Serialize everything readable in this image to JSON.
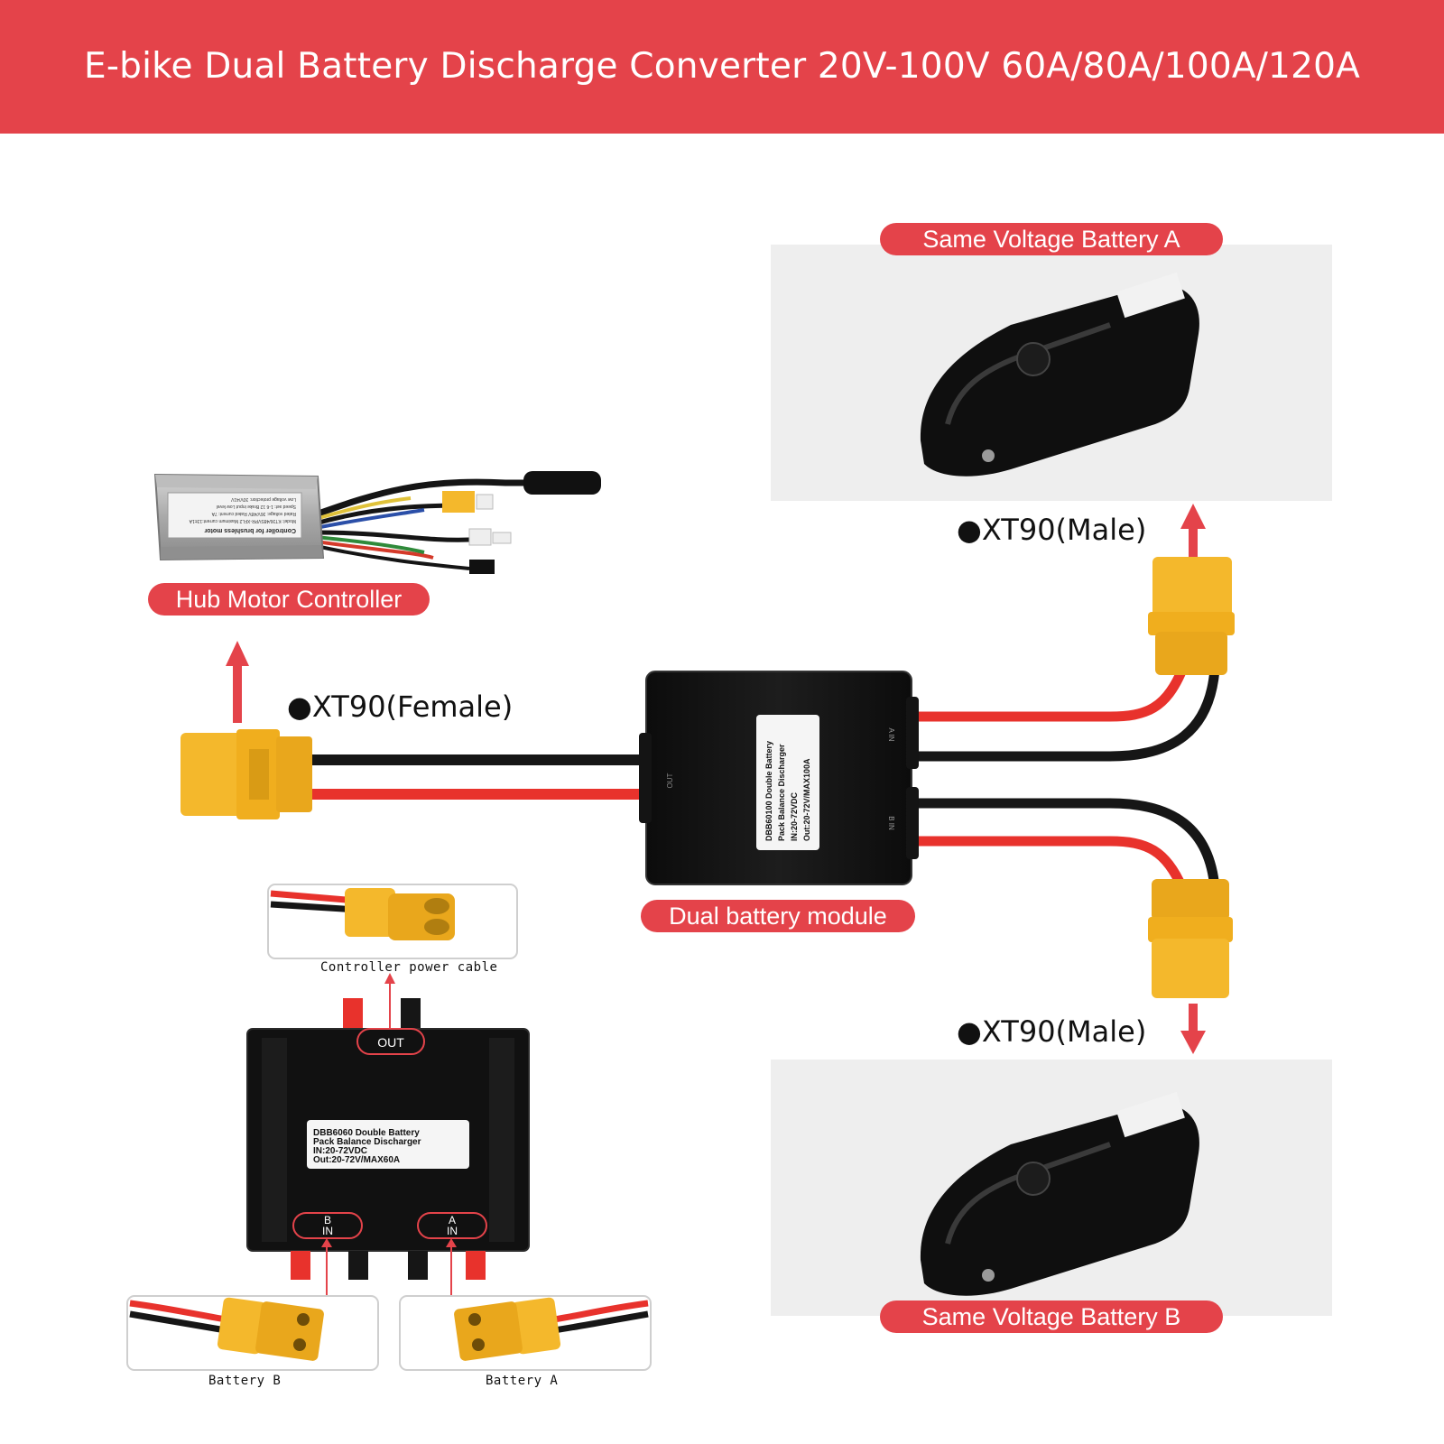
{
  "header": {
    "title": "E-bike Dual Battery Discharge Converter 20V-100V 60A/80A/100A/120A",
    "background_color": "#e4434a"
  },
  "labels": {
    "battery_a": "Same Voltage Battery A",
    "battery_b": "Same Voltage Battery B",
    "controller": "Hub Motor Controller",
    "module": "Dual battery module"
  },
  "connectors": {
    "female": "●XT90(Female)",
    "male_top": "●XT90(Male)",
    "male_bottom": "●XT90(Male)"
  },
  "module_label": {
    "line1": "DBB60100 Double Battery",
    "line2": "Pack Balance Discharger",
    "line3": "IN:20-72VDC",
    "line4": "Out:20-72V/MAX100A",
    "out": "OUT",
    "a_in": "A IN",
    "b_in": "B IN"
  },
  "controller_label": {
    "title": "Controller for brushless motor",
    "line1": "Model: KT36/48SVPR-XFL2  Maximum current:13±1A",
    "line2": "Rated voltage: 36V/48V  Rated current: 7A",
    "line3": "Speed set: 1-6 12  Brake input Low level",
    "line4": "Low voltage protection: 30V/41V"
  },
  "inset": {
    "cable_caption": "Controller power cable",
    "out": "OUT",
    "b_in_1": "B",
    "b_in_2": "IN",
    "a_in_1": "A",
    "a_in_2": "IN",
    "label_line1": "DBB6060 Double Battery",
    "label_line2": "Pack Balance Discharger",
    "label_line3": "IN:20-72VDC",
    "label_line4": "Out:20-72V/MAX60A",
    "battery_b_caption": "Battery B",
    "battery_a_caption": "Battery A"
  },
  "colors": {
    "accent_red": "#e4434a",
    "wire_red": "#e8322c",
    "wire_black": "#161616",
    "connector_yellow": "#f4b82c",
    "panel_gray": "#eeeeee"
  }
}
